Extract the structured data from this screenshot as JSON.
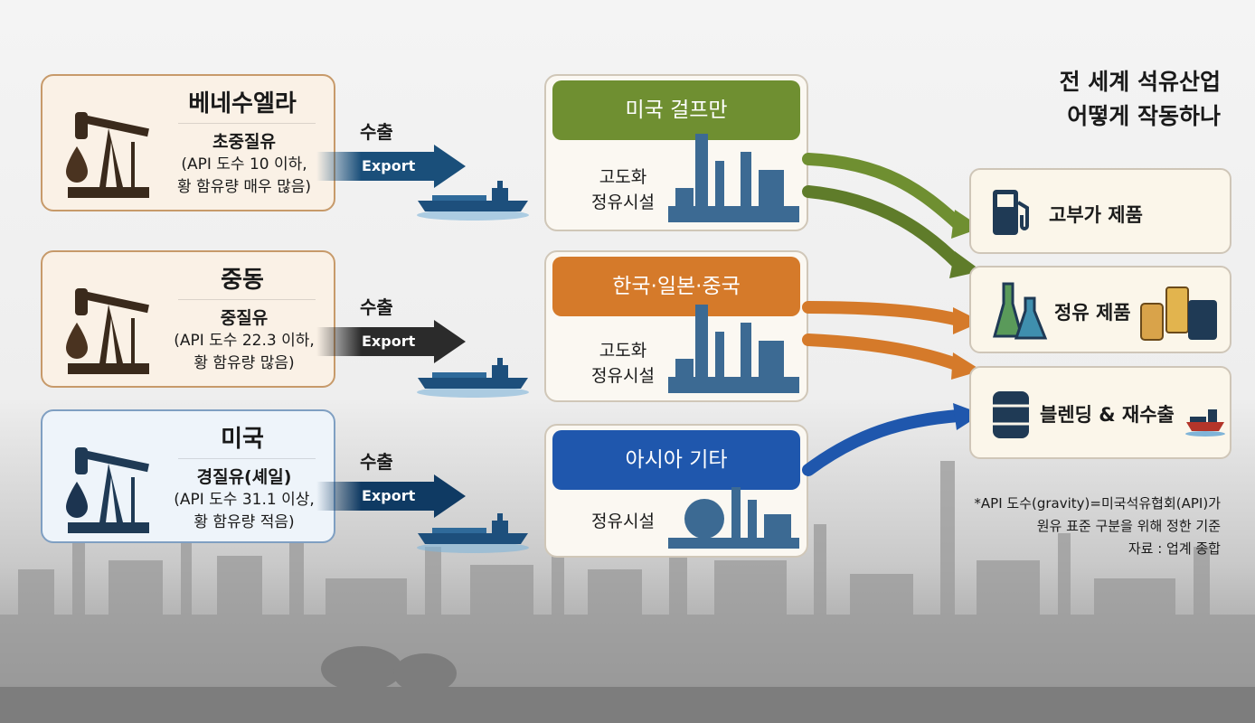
{
  "title": {
    "line1": "전 세계 석유산업",
    "line2": "어떻게 작동하나"
  },
  "sources": [
    {
      "name": "베네수엘라",
      "grade": "초중질유",
      "desc_line1": "(API 도수 10 이하,",
      "desc_line2": "황 함유량 매우 많음)"
    },
    {
      "name": "중동",
      "grade": "중질유",
      "desc_line1": "(API 도수 22.3 이하,",
      "desc_line2": "황 함유량 많음)"
    },
    {
      "name": "미국",
      "grade": "경질유(셰일)",
      "desc_line1": "(API 도수 31.1 이상,",
      "desc_line2": "황 함유량 적음)"
    }
  ],
  "export": {
    "label": "수출",
    "sublabel": "Export"
  },
  "refineries": [
    {
      "header": "미국 걸프만",
      "line1": "고도화",
      "line2": "정유시설",
      "color": "#6f8f31"
    },
    {
      "header": "한국·일본·중국",
      "line1": "고도화",
      "line2": "정유시설",
      "color": "#d57a2a"
    },
    {
      "header": "아시아 기타",
      "line1": "정유시설",
      "line2": "",
      "color": "#1f57ad"
    }
  ],
  "products": [
    {
      "label": "고부가 제품",
      "icon": "fuel-pump-icon"
    },
    {
      "label": "정유 제품",
      "icon": "flask-icon"
    },
    {
      "label": "블렌딩 & 재수출",
      "icon": "oil-barrel-icon"
    }
  ],
  "colors": {
    "green": "#6f8f31",
    "orange": "#d57a2a",
    "blue": "#1f57ad",
    "dark": "#2e2e2e",
    "navy": "#123a5e"
  },
  "note": {
    "line1": "*API 도수(gravity)=미국석유협회(API)가",
    "line2": "원유 표준 구분을 위해 정한 기준",
    "line3": "자료 : 업계 종합"
  }
}
